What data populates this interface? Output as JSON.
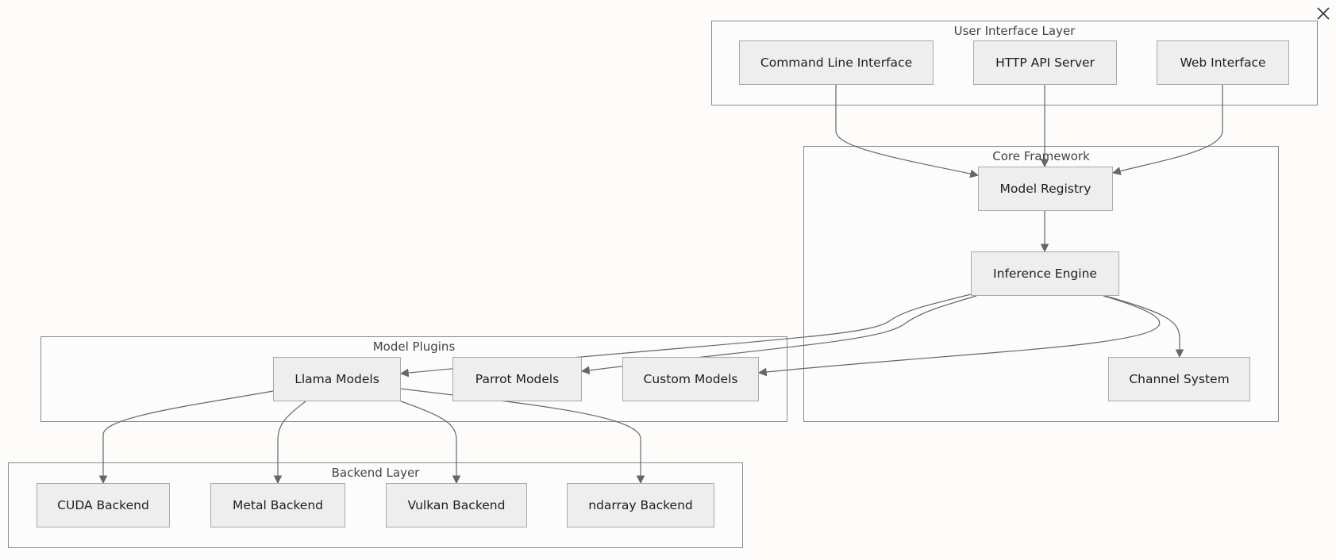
{
  "groups": {
    "ui_layer": {
      "label": "User Interface Layer"
    },
    "core": {
      "label": "Core Framework"
    },
    "plugins": {
      "label": "Model Plugins"
    },
    "backend": {
      "label": "Backend Layer"
    }
  },
  "nodes": {
    "cli": {
      "label": "Command Line Interface"
    },
    "http": {
      "label": "HTTP API Server"
    },
    "web": {
      "label": "Web Interface"
    },
    "registry": {
      "label": "Model Registry"
    },
    "engine": {
      "label": "Inference Engine"
    },
    "channel": {
      "label": "Channel System"
    },
    "llama": {
      "label": "Llama Models"
    },
    "parrot": {
      "label": "Parrot Models"
    },
    "custom": {
      "label": "Custom Models"
    },
    "cuda": {
      "label": "CUDA Backend"
    },
    "metal": {
      "label": "Metal Backend"
    },
    "vulkan": {
      "label": "Vulkan Backend"
    },
    "ndarray": {
      "label": "ndarray Backend"
    }
  },
  "edges": [
    {
      "from": "cli",
      "to": "registry"
    },
    {
      "from": "http",
      "to": "registry"
    },
    {
      "from": "web",
      "to": "registry"
    },
    {
      "from": "registry",
      "to": "engine"
    },
    {
      "from": "engine",
      "to": "llama"
    },
    {
      "from": "engine",
      "to": "parrot"
    },
    {
      "from": "engine",
      "to": "custom"
    },
    {
      "from": "engine",
      "to": "channel"
    },
    {
      "from": "llama",
      "to": "cuda"
    },
    {
      "from": "llama",
      "to": "metal"
    },
    {
      "from": "llama",
      "to": "vulkan"
    },
    {
      "from": "llama",
      "to": "ndarray"
    }
  ],
  "colors": {
    "edge": "#666666",
    "node_fill": "#eeeeee",
    "node_border": "#a9a9a9",
    "group_border": "#8a8a8a",
    "background": "#fdfcfa"
  },
  "icons": {
    "close": "close-icon"
  }
}
